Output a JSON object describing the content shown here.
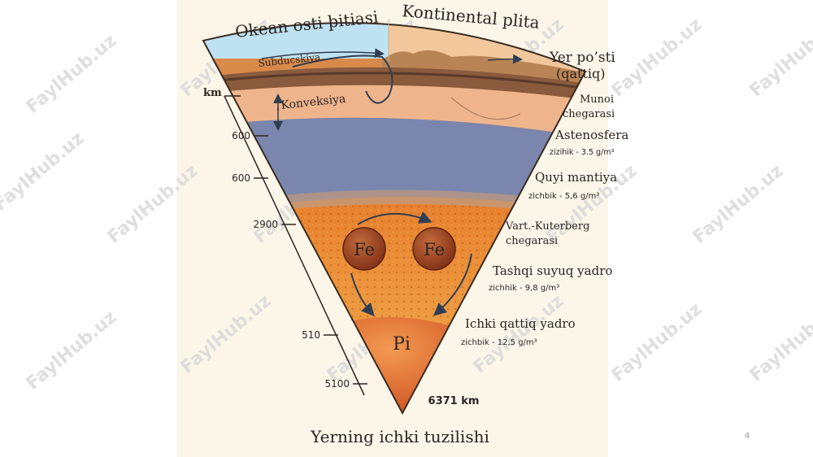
{
  "diagram": {
    "labels": {
      "ocean_plate": "Okean osti þitiasi",
      "continental_plate": "Kontinental plita",
      "subduction": "Subducskiya",
      "convection": "Konveksiya",
      "crust": "Yer po’sti",
      "crust_sub": "(qattiq)",
      "moho": "Munoi",
      "moho_sub": "chegarasi",
      "asthenosphere": "Astenosfera",
      "asthenosphere_density": "zizihik - 3.5 g/m³",
      "lower_mantle": "Quyi mantiya",
      "lower_mantle_density": "zichbik - 5,6 g/m³",
      "boundary": "Vart.-Kuterberg",
      "boundary_sub": "chegarasi",
      "outer_core": "Tashqi suyuq yadro",
      "outer_core_density": "zichhik - 9,8 g/m³",
      "inner_core": "Ichki qattiq yadro",
      "inner_core_density": "zichbik - 12,5 g/m³",
      "fe_left": "Fe",
      "fe_right": "Fe",
      "pi": "Pi",
      "depth_total": "6371 km"
    },
    "scale": {
      "unit": "km",
      "ticks": [
        "600",
        "600",
        "2900",
        "510",
        "5100"
      ]
    },
    "title": "Yerning ichki tuzilishi"
  },
  "watermark": "FaylHub.uz",
  "slide_number": "4"
}
